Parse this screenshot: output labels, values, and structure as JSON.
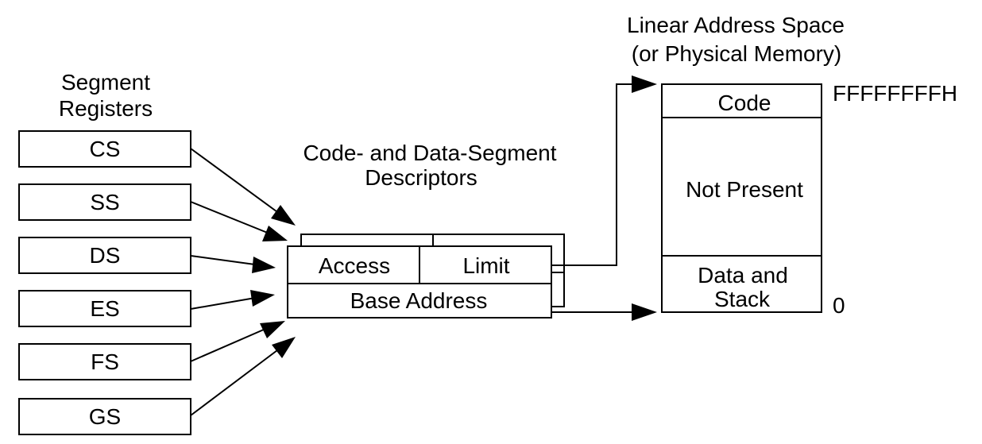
{
  "segment_registers": {
    "title_line1": "Segment",
    "title_line2": "Registers",
    "items": [
      "CS",
      "SS",
      "DS",
      "ES",
      "FS",
      "GS"
    ]
  },
  "descriptors": {
    "title_line1": "Code- and Data-Segment",
    "title_line2": "Descriptors",
    "access_label": "Access",
    "limit_label": "Limit",
    "base_label": "Base Address"
  },
  "address_space": {
    "title_line1": "Linear Address Space",
    "title_line2": "(or Physical Memory)",
    "code_label": "Code",
    "not_present_label": "Not Present",
    "data_line1": "Data and",
    "data_line2": "Stack",
    "top_address": "FFFFFFFFH",
    "bottom_address": "0"
  },
  "colors": {
    "stroke": "#000000",
    "background": "#ffffff"
  }
}
